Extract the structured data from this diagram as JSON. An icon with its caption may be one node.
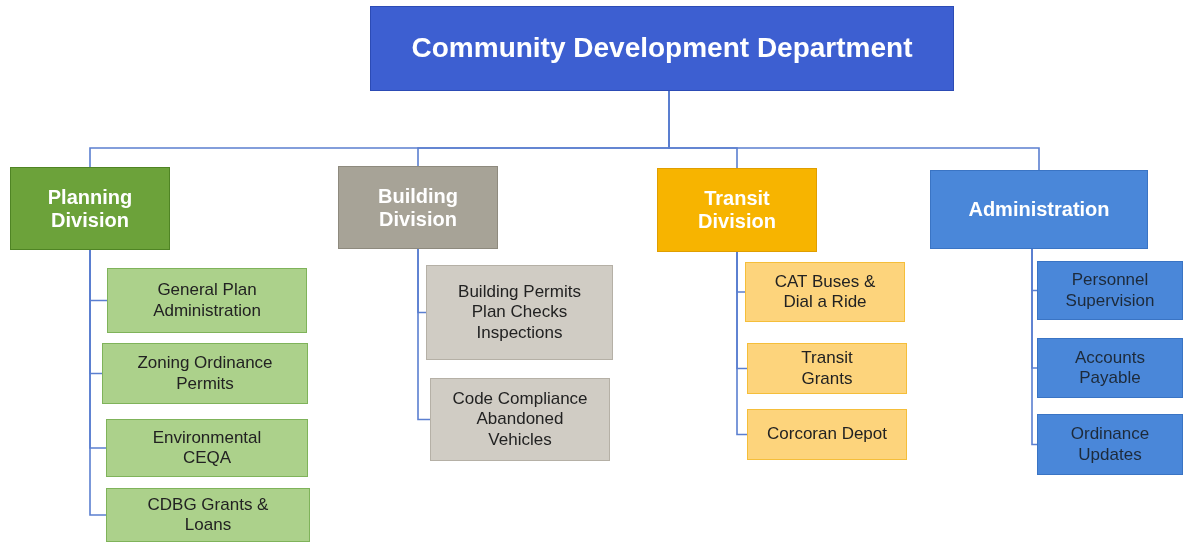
{
  "diagram": {
    "nodes": [
      {
        "text": [
          "Community Development Department"
        ]
      },
      {
        "text": [
          "Planning Division"
        ]
      },
      {
        "text": [
          "General Plan Administration"
        ]
      },
      {
        "text": [
          "Zoning Ordinance Permits"
        ]
      },
      {
        "text": [
          "Environmental CEQA"
        ]
      },
      {
        "text": [
          "CDBG Grants & Loans"
        ]
      },
      {
        "text": [
          "Building Division"
        ]
      },
      {
        "text": [
          "Building Permits Plan Checks Inspections"
        ]
      },
      {
        "text": [
          "Code Compliance Abandoned Vehicles"
        ]
      },
      {
        "text": [
          "Transit Division"
        ]
      },
      {
        "text": [
          "CAT Buses & Dial a Ride"
        ]
      },
      {
        "text": [
          "Transit Grants"
        ]
      },
      {
        "text": [
          "Corcoran Depot"
        ]
      },
      {
        "text": [
          "Administration"
        ]
      },
      {
        "text": [
          "Personnel Supervision"
        ]
      },
      {
        "text": [
          "Accounts Payable"
        ]
      },
      {
        "text": [
          "Ordinance Updates"
        ]
      }
    ],
    "edges": [
      {
        "from": 0,
        "to": 1,
        "arrow": "none"
      },
      {
        "from": 0,
        "to": 6,
        "arrow": "none"
      },
      {
        "from": 0,
        "to": 9,
        "arrow": "none"
      },
      {
        "from": 0,
        "to": 13,
        "arrow": "none"
      },
      {
        "from": 1,
        "to": 2,
        "arrow": "none"
      },
      {
        "from": 1,
        "to": 3,
        "arrow": "none"
      },
      {
        "from": 1,
        "to": 4,
        "arrow": "none"
      },
      {
        "from": 1,
        "to": 5,
        "arrow": "none"
      },
      {
        "from": 6,
        "to": 7,
        "arrow": "none"
      },
      {
        "from": 6,
        "to": 8,
        "arrow": "none"
      },
      {
        "from": 9,
        "to": 10,
        "arrow": "none"
      },
      {
        "from": 9,
        "to": 11,
        "arrow": "none"
      },
      {
        "from": 9,
        "to": 12,
        "arrow": "none"
      },
      {
        "from": 13,
        "to": 14,
        "arrow": "none"
      },
      {
        "from": 13,
        "to": 15,
        "arrow": "none"
      },
      {
        "from": 13,
        "to": 16,
        "arrow": "none"
      }
    ]
  }
}
